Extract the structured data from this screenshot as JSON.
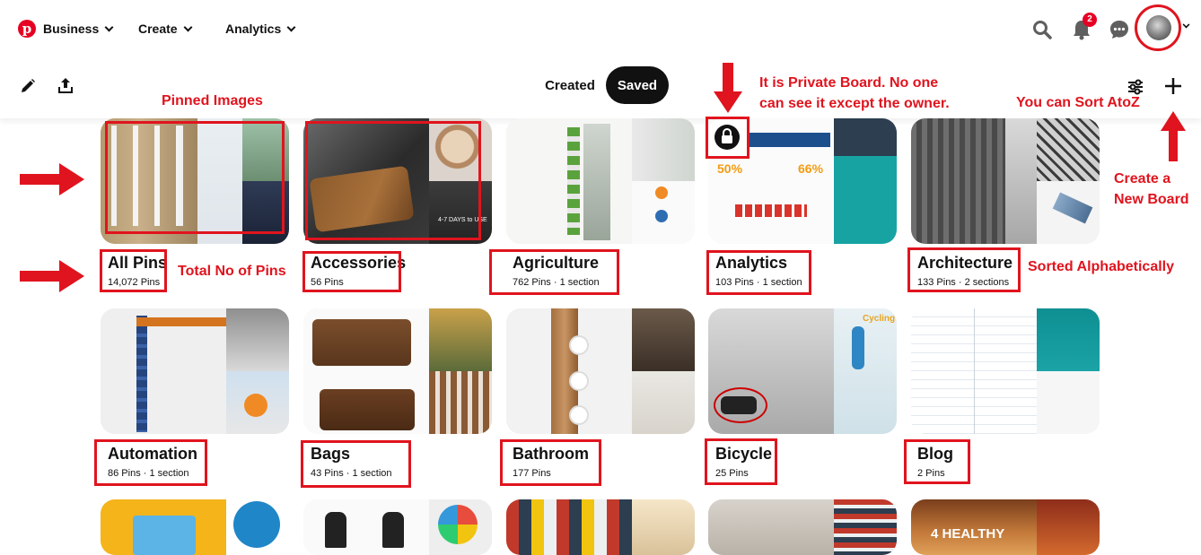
{
  "nav": {
    "business": "Business",
    "create": "Create",
    "analytics": "Analytics",
    "notif_count": "2"
  },
  "tabs": {
    "created": "Created",
    "saved": "Saved"
  },
  "boards": [
    {
      "title": "All Pins",
      "meta": "14,072 Pins"
    },
    {
      "title": "Accessories",
      "meta": "56 Pins"
    },
    {
      "title": "Agriculture",
      "meta": "762 Pins · 1 section"
    },
    {
      "title": "Analytics",
      "meta": "103 Pins · 1 section"
    },
    {
      "title": "Architecture",
      "meta": "133 Pins · 2 sections"
    },
    {
      "title": "Automation",
      "meta": "86 Pins · 1 section"
    },
    {
      "title": "Bags",
      "meta": "43 Pins · 1 section"
    },
    {
      "title": "Bathroom",
      "meta": "177 Pins"
    },
    {
      "title": "Bicycle",
      "meta": "25 Pins"
    },
    {
      "title": "Blog",
      "meta": "2 Pins"
    }
  ],
  "annotations": {
    "pinned_images": "Pinned Images",
    "private_board_1": "It is Private Board. No one",
    "private_board_2": "can see it except the owner.",
    "sort": "You can Sort AtoZ",
    "create_board_1": "Create a",
    "create_board_2": "New Board",
    "total_pins": "Total No of Pins",
    "sorted": "Sorted Alphabetically"
  },
  "thumb_text": {
    "healthy": "4 HEALTHY",
    "cycling": "Cycling",
    "days": "4-7 DAYS to USE"
  },
  "colors": {
    "brand": "#e60023",
    "annotation": "#e0141e"
  }
}
